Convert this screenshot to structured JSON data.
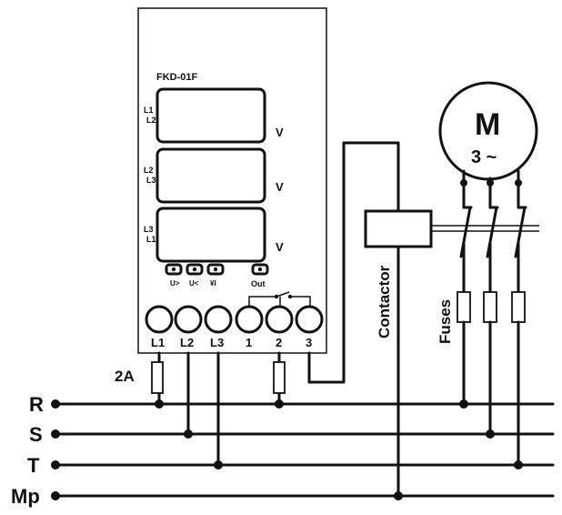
{
  "device": {
    "model": "FKD-01F",
    "displays": [
      {
        "top": "L1",
        "bottom": "L2",
        "unit": "V"
      },
      {
        "top": "L2",
        "bottom": "L3",
        "unit": "V"
      },
      {
        "top": "L3",
        "bottom": "L1",
        "unit": "V"
      }
    ],
    "leds": [
      "U>",
      "U<",
      "¥I",
      "Out"
    ],
    "terminals": [
      "L1",
      "L2",
      "L3",
      "1",
      "2",
      "3"
    ]
  },
  "motor": {
    "label": "M",
    "phase": "3 ~"
  },
  "contactor_label": "Contactor",
  "fuses_label": "Fuses",
  "fuse_rating": "2A",
  "lines": [
    "R",
    "S",
    "T",
    "Mp"
  ]
}
